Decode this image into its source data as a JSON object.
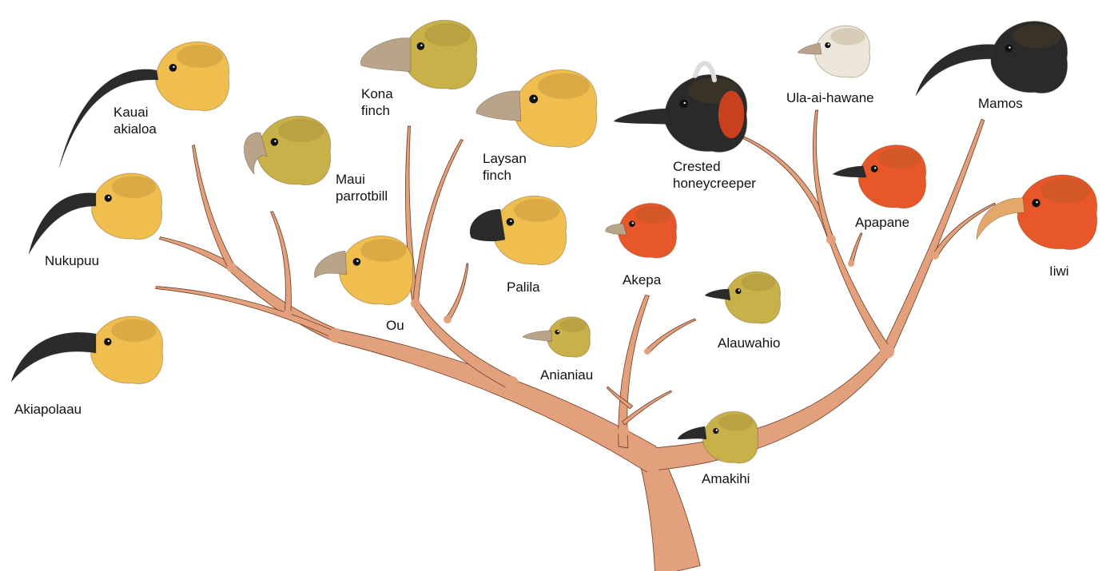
{
  "figure": {
    "colors": {
      "branch": "#E3A07C",
      "branch_edge": "#6E3A22",
      "yellow_head": "#F0BE4E",
      "red_head": "#E8572A",
      "black_head": "#2A2A2A",
      "olive_head": "#C9B14A",
      "bill_dark": "#2B2B2B",
      "bill_horn": "#B9A389",
      "bill_pink": "#E3A96B"
    }
  },
  "birds": [
    {
      "id": "kauai-akialoa",
      "lines": [
        "Kauai",
        "akialoa"
      ],
      "head_color": "yellow_head",
      "bill": "long-curved-dark"
    },
    {
      "id": "nukupuu",
      "lines": [
        "Nukupuu"
      ],
      "head_color": "yellow_head",
      "bill": "curved-dark"
    },
    {
      "id": "akiapolaau",
      "lines": [
        "Akiapolaau"
      ],
      "head_color": "yellow_head",
      "bill": "curved-dark"
    },
    {
      "id": "maui-parrotbill",
      "lines": [
        "Maui",
        "parrotbill"
      ],
      "head_color": "olive_head",
      "bill": "parrot-horn"
    },
    {
      "id": "kona-finch",
      "lines": [
        "Kona",
        "finch"
      ],
      "head_color": "olive_head",
      "bill": "heavy-horn"
    },
    {
      "id": "ou",
      "lines": [
        "Ou"
      ],
      "head_color": "yellow_head",
      "bill": "hooked-horn"
    },
    {
      "id": "laysan-finch",
      "lines": [
        "Laysan",
        "finch"
      ],
      "head_color": "yellow_head",
      "bill": "heavy-horn"
    },
    {
      "id": "palila",
      "lines": [
        "Palila"
      ],
      "head_color": "yellow_head",
      "bill": "heavy-dark"
    },
    {
      "id": "anianiau",
      "lines": [
        "Anianiau"
      ],
      "head_color": "olive_head",
      "bill": "thin-horn"
    },
    {
      "id": "akepa",
      "lines": [
        "Akepa"
      ],
      "head_color": "red_head",
      "bill": "thin-horn"
    },
    {
      "id": "crested-honeycreeper",
      "lines": [
        "Crested",
        "honeycreeper"
      ],
      "head_color": "black_head",
      "bill": "medium-dark"
    },
    {
      "id": "alauwahio",
      "lines": [
        "Alauwahio"
      ],
      "head_color": "olive_head",
      "bill": "thin-dark"
    },
    {
      "id": "amakihi",
      "lines": [
        "Amakihi"
      ],
      "head_color": "olive_head",
      "bill": "thin-dark"
    },
    {
      "id": "ula-ai-hawane",
      "lines": [
        "Ula-ai-hawane"
      ],
      "head_color": "white_head",
      "bill": "thin-horn"
    },
    {
      "id": "apapane",
      "lines": [
        "Apapane"
      ],
      "head_color": "red_head",
      "bill": "thin-dark"
    },
    {
      "id": "mamos",
      "lines": [
        "Mamos"
      ],
      "head_color": "black_head",
      "bill": "long-curved-dark"
    },
    {
      "id": "iiwi",
      "lines": [
        "Iiwi"
      ],
      "head_color": "red_head",
      "bill": "long-curved-pink"
    }
  ]
}
